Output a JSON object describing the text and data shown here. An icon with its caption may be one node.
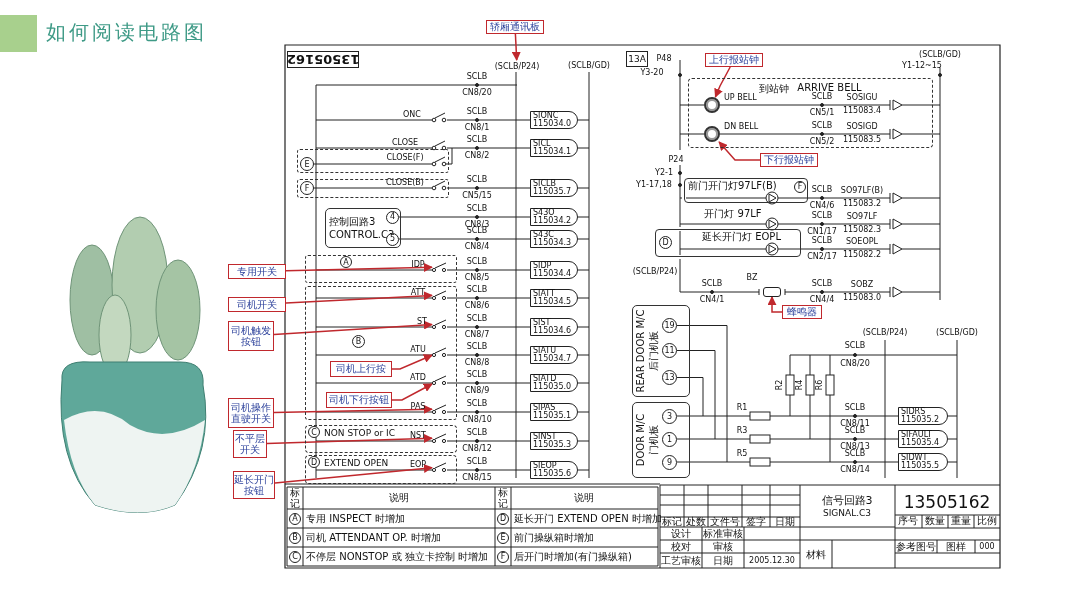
{
  "diagram": {
    "title": "如何阅读电路图",
    "nodes": [
      {
        "text": [
          "轿厢通讯板"
        ]
      },
      {
        "text": [
          "上行报站钟"
        ]
      },
      {
        "text": [
          "下行报站钟"
        ]
      },
      {
        "text": [
          "蜂鸣器"
        ]
      },
      {
        "text": [
          "专用开关"
        ]
      },
      {
        "text": [
          "司机开关"
        ]
      },
      {
        "text": [
          "司机触发按钮"
        ]
      },
      {
        "text": [
          "司机上行按"
        ],
        "in": 36
      },
      {
        "text": [
          "司机下行按钮"
        ],
        "in": 36
      },
      {
        "text": [
          "司机操作直驶开关"
        ]
      },
      {
        "text": [
          "不平层开关"
        ]
      },
      {
        "text": [
          "延长开门按钮"
        ]
      },
      {
        "text": [
          "SIONC",
          "115034.0"
        ]
      },
      {
        "text": [
          "SICL",
          "115034.1"
        ]
      },
      {
        "text": [
          "SICLB",
          "115035.7"
        ]
      },
      {
        "text": [
          "S43O",
          "115034.2"
        ]
      },
      {
        "text": [
          "S43C",
          "115034.3"
        ]
      },
      {
        "text": [
          "SIDP",
          "115034.4"
        ]
      },
      {
        "text": [
          "SIATT",
          "115034.5"
        ]
      },
      {
        "text": [
          "SIST",
          "115034.6"
        ]
      },
      {
        "text": [
          "SIATU",
          "115034.7"
        ]
      },
      {
        "text": [
          "SIATD",
          "115035.0"
        ]
      },
      {
        "text": [
          "SIPAS",
          "115035.1"
        ]
      },
      {
        "text": [
          "SINST",
          "115035.3"
        ]
      },
      {
        "text": [
          "SIEOP",
          "115035.6"
        ]
      },
      {
        "text": [
          "13505162"
        ]
      },
      {
        "text": [
          "13A"
        ]
      },
      {
        "text": [],
        "shape": "box"
      },
      {
        "text": [
          "E"
        ],
        "in": 27
      },
      {
        "text": [],
        "shape": "box"
      },
      {
        "text": [
          "F"
        ],
        "in": 29
      },
      {
        "text": [
          "控制回路3",
          "CONTROL.C3"
        ]
      },
      {
        "text": [
          "4"
        ],
        "in": 31
      },
      {
        "text": [
          "5"
        ],
        "in": 31
      },
      {
        "text": [],
        "shape": "box"
      },
      {
        "text": [
          "A"
        ],
        "in": 34
      },
      {
        "text": [],
        "shape": "box"
      },
      {
        "text": [
          "B"
        ],
        "in": 36
      },
      {
        "text": [
          "NON STOP or IC"
        ]
      },
      {
        "text": [
          "C"
        ],
        "in": 38
      },
      {
        "text": [
          "EXTEND OPEN"
        ]
      },
      {
        "text": [
          "D"
        ],
        "in": 40
      },
      {
        "text": [
          "到站钟",
          "ARRIVE BELL"
        ]
      },
      {
        "text": [],
        "shape": "circle",
        "in": 42,
        "beside": [
          "UP BELL"
        ]
      },
      {
        "text": [],
        "shape": "circle",
        "in": 42,
        "beside": [
          "DN BELL"
        ]
      },
      {
        "text": [
          "前门开门灯97LF(B)"
        ]
      },
      {
        "text": [
          "F"
        ],
        "in": 45
      },
      {
        "text": [
          "延长开门灯 EOPL"
        ]
      },
      {
        "text": [
          "D"
        ],
        "in": 47
      },
      {
        "text": [],
        "shape": "box"
      },
      {
        "text": [
          "REAR DOOR M/C",
          "后门机板"
        ]
      },
      {
        "text": [
          "19"
        ],
        "in": 50
      },
      {
        "text": [
          "11"
        ],
        "in": 50
      },
      {
        "text": [
          "13"
        ],
        "in": 50
      },
      {
        "text": [
          "DOOR M/C",
          "门机板"
        ]
      },
      {
        "text": [
          "3"
        ],
        "in": 54
      },
      {
        "text": [
          "1"
        ],
        "in": 54
      },
      {
        "text": [
          "9"
        ],
        "in": 54
      },
      {
        "text": [
          "SIDRS",
          "115035.2"
        ]
      },
      {
        "text": [
          "SIFAULT",
          "115035.4"
        ]
      },
      {
        "text": [
          "SIDWT",
          "115035.5"
        ]
      },
      {
        "text": [
          "A"
        ]
      },
      {
        "text": [
          "B"
        ]
      },
      {
        "text": [
          "C"
        ]
      },
      {
        "text": [
          "D"
        ]
      },
      {
        "text": [
          "E"
        ]
      },
      {
        "text": [
          "F"
        ]
      },
      {
        "text": [],
        "shape": "switch",
        "in": 34
      },
      {
        "text": [],
        "shape": "switch",
        "in": 36
      },
      {
        "text": [],
        "shape": "switch",
        "in": 36
      },
      {
        "text": [],
        "shape": "switch",
        "in": 36
      },
      {
        "text": [],
        "shape": "switch",
        "in": 36
      },
      {
        "text": [],
        "shape": "switch",
        "in": 36
      },
      {
        "text": [],
        "shape": "switch",
        "in": 38
      },
      {
        "text": [],
        "shape": "switch",
        "in": 40
      },
      {
        "text": [
          "(SCLB/P24)"
        ]
      }
    ],
    "edges": [
      {
        "from": 0,
        "to": 75,
        "arrow": "to"
      },
      {
        "from": 1,
        "to": 43,
        "arrow": "to"
      },
      {
        "from": 2,
        "to": 44,
        "arrow": "to"
      },
      {
        "from": 3,
        "to": 49,
        "arrow": "to"
      },
      {
        "from": 4,
        "to": 67,
        "arrow": "to"
      },
      {
        "from": 5,
        "to": 68,
        "arrow": "to"
      },
      {
        "from": 6,
        "to": 69,
        "arrow": "to"
      },
      {
        "from": 7,
        "to": 70,
        "arrow": "to"
      },
      {
        "from": 8,
        "to": 71,
        "arrow": "to"
      },
      {
        "from": 9,
        "to": 72,
        "arrow": "to"
      },
      {
        "from": 10,
        "to": 73,
        "arrow": "to"
      },
      {
        "from": 11,
        "to": 74,
        "arrow": "to"
      }
    ],
    "labels": [
      "(SCLB/GD)",
      "SCLB",
      "CN8/20",
      "ONC",
      "SCLB",
      "CN8/1",
      "CLOSE",
      "CLOSE(F)",
      "SCLB",
      "CN8/2",
      "CLOSE(B)",
      "SCLB",
      "CN5/15",
      "SCLB",
      "CN8/3",
      "SCLB",
      "CN8/4",
      "IDP",
      "SCLB",
      "CN8/5",
      "ATT",
      "SCLB",
      "CN8/6",
      "ST",
      "SCLB",
      "CN8/7",
      "ATU",
      "SCLB",
      "CN8/8",
      "ATD",
      "SCLB",
      "CN8/9",
      "PAS",
      "SCLB",
      "CN8/10",
      "NST",
      "SCLB",
      "CN8/12",
      "EOP",
      "SCLB",
      "CN8/15",
      "P48",
      "Y3-20",
      "(SCLB/GD)",
      "Y1-12~15",
      "SCLB",
      "CN5/1",
      "SOSIGU",
      "115083.4",
      "SCLB",
      "CN5/2",
      "SOSIGD",
      "115083.5",
      "P24",
      "Y2-1",
      "Y1-17,18",
      "SCLB",
      "CN4/6",
      "SO97LF(B)",
      "115083.2",
      "开门灯 97LF",
      "SCLB",
      "CN1/17",
      "SO97LF",
      "115082.3",
      "SCLB",
      "CN2/17",
      "SOEOPL",
      "115082.2",
      "(SCLB/P24)",
      "SCLB",
      "CN4/1",
      "BZ",
      "SCLB",
      "CN4/4",
      "SOBZ",
      "115083.0",
      "(SCLB/P24)",
      "(SCLB/GD)",
      "SCLB",
      "CN8/20",
      "R2",
      "R4",
      "R6",
      "R1",
      "SCLB",
      "CN8/11",
      "R3",
      "SCLB",
      "CN8/13",
      "R5",
      "SCLB",
      "CN8/14",
      "标记",
      "说明",
      "标记",
      "说明",
      "专用 INSPECT 时增加",
      "延长开门 EXTEND OPEN 时增加",
      "司机 ATTENDANT OP. 时增加",
      "前门操纵箱时增加",
      "不停层 NONSTOP 或 独立卡控制 时增加",
      "后开门时增加(有门操纵箱)",
      "信号回路3",
      "SIGNAL.C3",
      "13505162",
      "标记",
      "处数",
      "文件号",
      "签字",
      "日期",
      "序号",
      "数量",
      "重量",
      "比例",
      "设计",
      "标准审核",
      "校对",
      "审核",
      "参考图号",
      "图样",
      "000",
      "工艺审核",
      "日期",
      "2005.12.30",
      "材料"
    ]
  }
}
